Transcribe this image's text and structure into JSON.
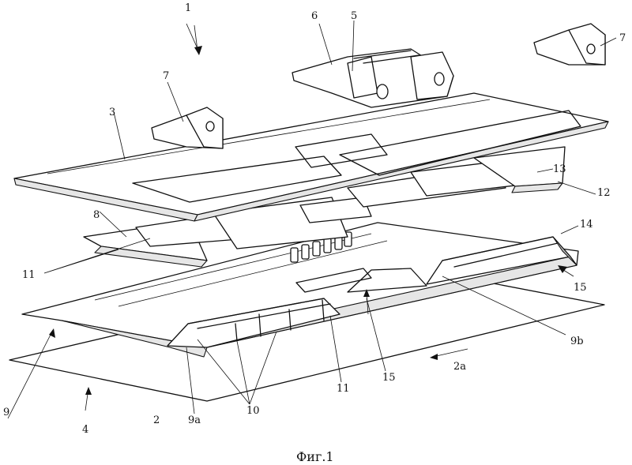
{
  "caption": "Фиг.1",
  "labels": [
    "1",
    "2",
    "2a",
    "3",
    "4",
    "5",
    "6",
    "7",
    "7",
    "8",
    "9",
    "9a",
    "9b",
    "10",
    "11",
    "11",
    "12",
    "13",
    "14",
    "15",
    "15"
  ],
  "colors": {
    "line": "#111111",
    "paper": "#ffffff",
    "shade": "#e6e6e6",
    "dark": "#bdbdbd"
  }
}
